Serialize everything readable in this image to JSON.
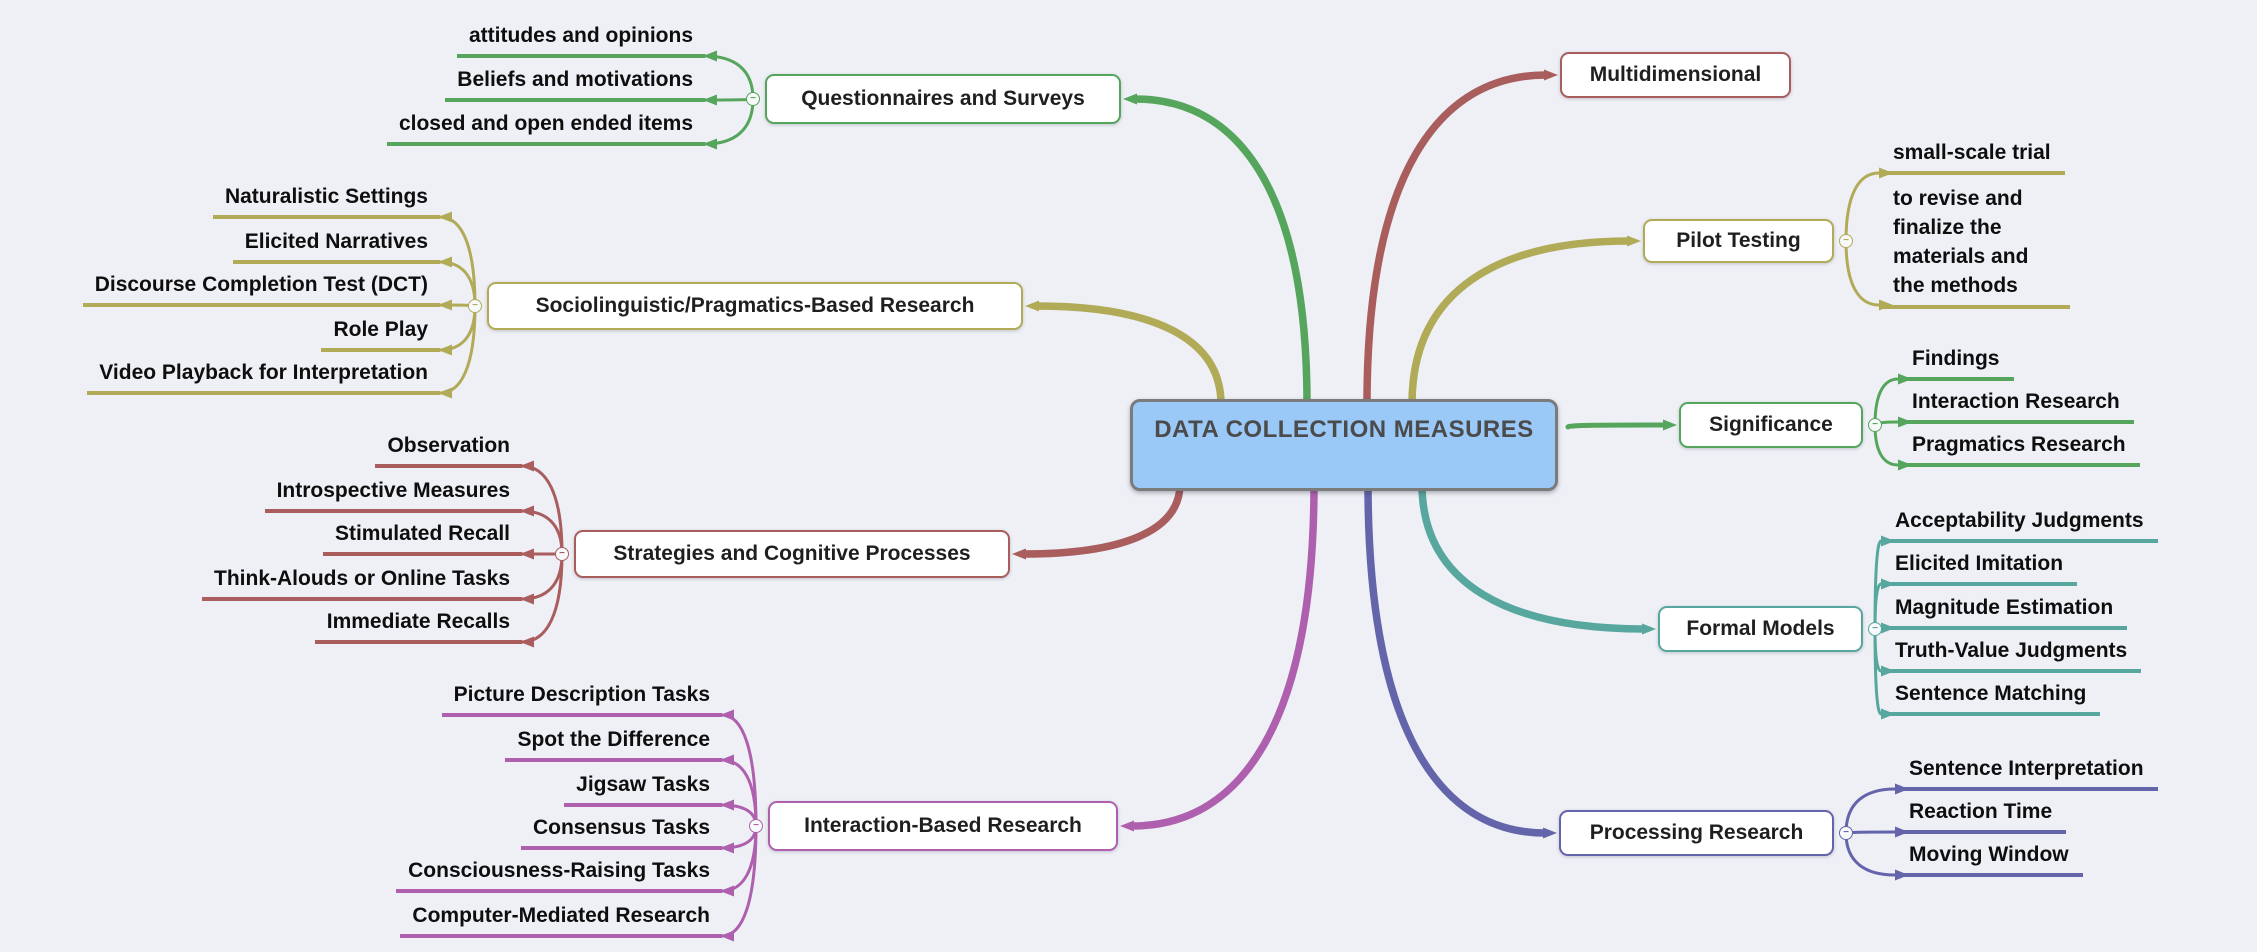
{
  "root": {
    "label": "DATA COLLECTION MEASURES",
    "fill": "#9ac9f8",
    "border": "#7b7b7b",
    "text_color": "#4b4b4b"
  },
  "background_color": "#eef0f6",
  "collapse_icon": "−",
  "branches": [
    {
      "id": "questionnaires",
      "label": "Questionnaires and Surveys",
      "color": "#56a55c",
      "children": [
        {
          "label": "attitudes and opinions"
        },
        {
          "label": "Beliefs and motivations"
        },
        {
          "label": "closed and open ended items"
        }
      ]
    },
    {
      "id": "sociolinguistic",
      "label": "Sociolinguistic/Pragmatics-Based Research",
      "color": "#b1ab58",
      "children": [
        {
          "label": "Naturalistic Settings"
        },
        {
          "label": "Elicited Narratives"
        },
        {
          "label": "Discourse Completion Test (DCT)"
        },
        {
          "label": "Role Play"
        },
        {
          "label": "Video Playback for Interpretation"
        }
      ]
    },
    {
      "id": "strategies",
      "label": "Strategies and Cognitive Processes",
      "color": "#a95d5d",
      "children": [
        {
          "label": "Observation"
        },
        {
          "label": "Introspective Measures"
        },
        {
          "label": "Stimulated Recall"
        },
        {
          "label": "Think-Alouds or Online Tasks"
        },
        {
          "label": "Immediate Recalls"
        }
      ]
    },
    {
      "id": "interaction",
      "label": "Interaction-Based Research",
      "color": "#ae60ae",
      "children": [
        {
          "label": "Picture Description Tasks"
        },
        {
          "label": "Spot the Difference"
        },
        {
          "label": "Jigsaw Tasks"
        },
        {
          "label": "Consensus Tasks"
        },
        {
          "label": "Consciousness-Raising Tasks"
        },
        {
          "label": "Computer-Mediated Research"
        }
      ]
    },
    {
      "id": "multidimensional",
      "label": "Multidimensional",
      "color": "#a95d5d",
      "children": []
    },
    {
      "id": "pilot",
      "label": "Pilot Testing",
      "color": "#b1ab58",
      "children": [
        {
          "label": "small-scale trial"
        },
        {
          "lines": [
            "to revise and",
            "finalize the",
            "materials and",
            "the methods"
          ]
        }
      ]
    },
    {
      "id": "significance",
      "label": "Significance",
      "color": "#56a55c",
      "children": [
        {
          "label": "Findings"
        },
        {
          "label": "Interaction Research"
        },
        {
          "label": "Pragmatics Research"
        }
      ]
    },
    {
      "id": "formal",
      "label": "Formal Models",
      "color": "#58a79e",
      "children": [
        {
          "label": "Acceptability Judgments"
        },
        {
          "label": "Elicited Imitation"
        },
        {
          "label": "Magnitude Estimation"
        },
        {
          "label": "Truth-Value Judgments"
        },
        {
          "label": "Sentence Matching"
        }
      ]
    },
    {
      "id": "processing",
      "label": "Processing Research",
      "color": "#6464ab",
      "children": [
        {
          "label": "Sentence Interpretation"
        },
        {
          "label": "Reaction Time"
        },
        {
          "label": "Moving Window"
        }
      ]
    }
  ]
}
